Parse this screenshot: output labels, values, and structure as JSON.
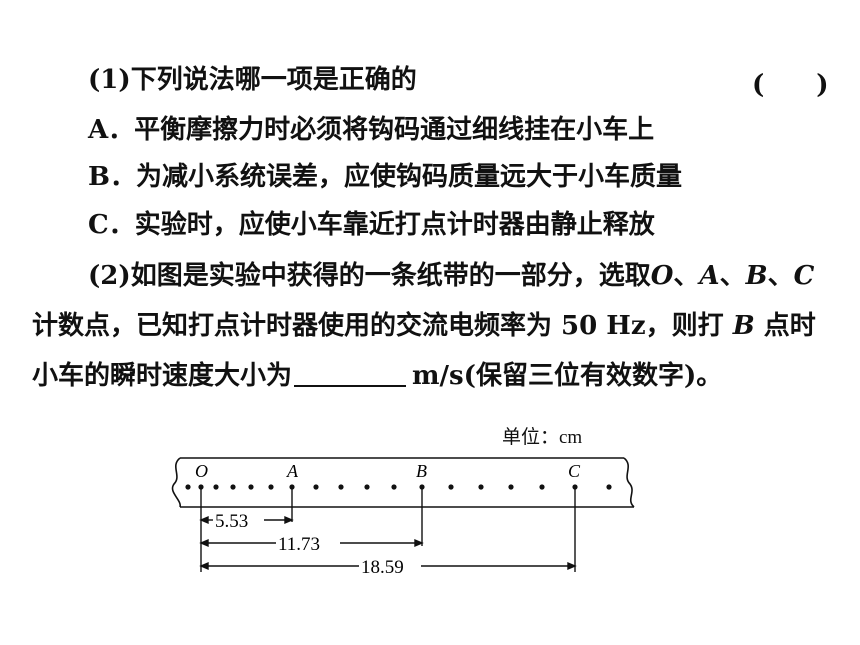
{
  "q1": {
    "stem": "(1)下列说法哪一项是正确的",
    "paren": "(　　)",
    "options": {
      "A": "A．平衡摩擦力时必须将钩码通过细线挂在小车上",
      "B": "B．为减小系统误差，应使钩码质量远大于小车质量",
      "C": "C．实验时，应使小车靠近打点计时器由静止释放"
    }
  },
  "q2": {
    "line1_text": "(2)如图是实验中获得的一条纸带的一部分，选取",
    "O": "O",
    "sep1": "、",
    "A": "A",
    "sep2": "、",
    "B": "B",
    "sep3": "、",
    "C": "C",
    "line2_a": "计数点，已知打点计时器使用的交流电频率为 50 Hz，则打",
    "line2_B": "B",
    "line2_b": "点时",
    "line3_a": "小车的瞬时速度大小为",
    "line3_b": "m/s(保留三位有效数字)。"
  },
  "figure": {
    "unit": "单位：cm",
    "point_labels": {
      "O": "O",
      "A": "A",
      "B": "B",
      "C": "C"
    },
    "distances": {
      "OA": "5.53",
      "OB": "11.73",
      "OC": "18.59"
    }
  }
}
